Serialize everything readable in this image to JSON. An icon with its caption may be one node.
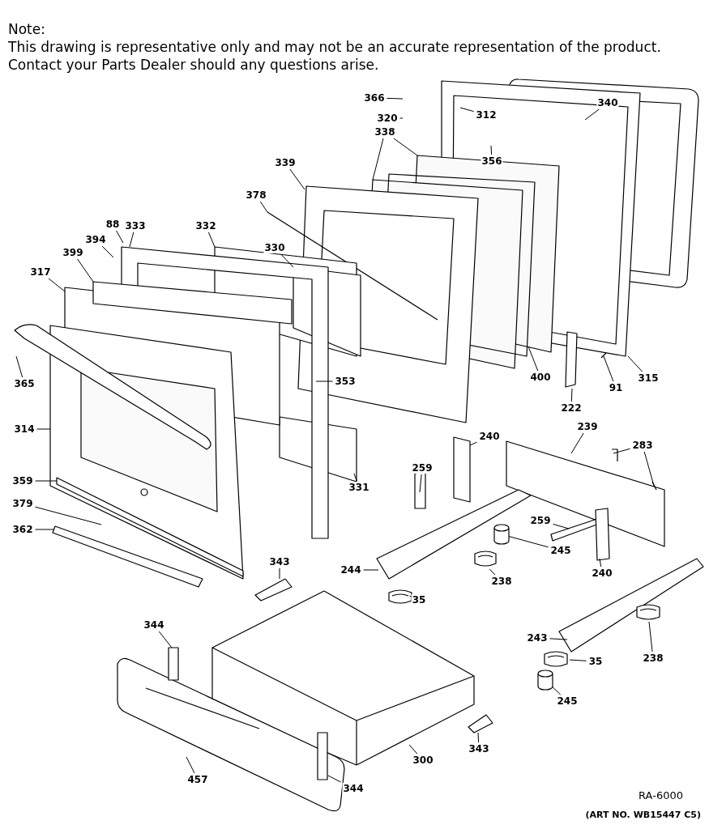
{
  "diagram": {
    "nodes": [
      {
        "text": [
          "366"
        ]
      },
      {
        "text": [
          "312"
        ]
      },
      {
        "text": [
          "320"
        ]
      },
      {
        "text": [
          "340"
        ]
      },
      {
        "text": [
          "338"
        ]
      },
      {
        "text": [
          "356"
        ]
      },
      {
        "text": [
          "339"
        ]
      },
      {
        "text": [
          "378"
        ]
      },
      {
        "text": [
          "88"
        ]
      },
      {
        "text": [
          "333"
        ]
      },
      {
        "text": [
          "332"
        ]
      },
      {
        "text": [
          "394"
        ]
      },
      {
        "text": [
          "330"
        ]
      },
      {
        "text": [
          "399"
        ]
      },
      {
        "text": [
          "317"
        ]
      },
      {
        "text": [
          "353"
        ]
      },
      {
        "text": [
          "400"
        ]
      },
      {
        "text": [
          "315"
        ]
      },
      {
        "text": [
          "365"
        ]
      },
      {
        "text": [
          "91"
        ]
      },
      {
        "text": [
          "222"
        ]
      },
      {
        "text": [
          "314"
        ]
      },
      {
        "text": [
          "239"
        ]
      },
      {
        "text": [
          "240"
        ]
      },
      {
        "text": [
          "283"
        ]
      },
      {
        "text": [
          "259"
        ]
      },
      {
        "text": [
          "359"
        ]
      },
      {
        "text": [
          "331"
        ]
      },
      {
        "text": [
          "379"
        ]
      },
      {
        "text": [
          "259"
        ]
      },
      {
        "text": [
          "362"
        ]
      },
      {
        "text": [
          "245"
        ]
      },
      {
        "text": [
          "343"
        ]
      },
      {
        "text": [
          "244"
        ]
      },
      {
        "text": [
          "240"
        ]
      },
      {
        "text": [
          "238"
        ]
      },
      {
        "text": [
          "35"
        ]
      },
      {
        "text": [
          "344"
        ]
      },
      {
        "text": [
          "243"
        ]
      },
      {
        "text": [
          "238"
        ]
      },
      {
        "text": [
          "35"
        ]
      },
      {
        "text": [
          "245"
        ]
      },
      {
        "text": [
          "343"
        ]
      },
      {
        "text": [
          "300"
        ]
      },
      {
        "text": [
          "457"
        ]
      },
      {
        "text": [
          "344"
        ]
      },
      {
        "text": [],
        "shape": "cylinder"
      },
      {
        "text": [],
        "shape": "cylinder"
      }
    ],
    "edges": [
      {
        "from": 0,
        "to": null,
        "arrow": "none"
      },
      {
        "from": 1,
        "to": null,
        "arrow": "none"
      },
      {
        "from": 2,
        "to": null,
        "arrow": "none"
      },
      {
        "from": 3,
        "to": null,
        "arrow": "none"
      },
      {
        "from": 4,
        "to": null,
        "arrow": "none"
      },
      {
        "from": 4,
        "to": null,
        "arrow": "none"
      },
      {
        "from": 5,
        "to": null,
        "arrow": "none"
      },
      {
        "from": 6,
        "to": null,
        "arrow": "none"
      },
      {
        "from": 7,
        "to": null,
        "arrow": "none"
      },
      {
        "from": 8,
        "to": null,
        "arrow": "none"
      },
      {
        "from": 9,
        "to": null,
        "arrow": "none"
      },
      {
        "from": 10,
        "to": null,
        "arrow": "none"
      },
      {
        "from": 11,
        "to": null,
        "arrow": "none"
      },
      {
        "from": 12,
        "to": null,
        "arrow": "none"
      },
      {
        "from": 13,
        "to": null,
        "arrow": "none"
      },
      {
        "from": 14,
        "to": null,
        "arrow": "none"
      },
      {
        "from": 15,
        "to": null,
        "arrow": "none"
      },
      {
        "from": 16,
        "to": null,
        "arrow": "none"
      },
      {
        "from": 17,
        "to": null,
        "arrow": "none"
      },
      {
        "from": 18,
        "to": null,
        "arrow": "none"
      },
      {
        "from": 19,
        "to": null,
        "arrow": "none"
      },
      {
        "from": 20,
        "to": null,
        "arrow": "none"
      },
      {
        "from": 21,
        "to": null,
        "arrow": "none"
      },
      {
        "from": 22,
        "to": null,
        "arrow": "none"
      },
      {
        "from": 23,
        "to": null,
        "arrow": "none"
      },
      {
        "from": 24,
        "to": null,
        "arrow": "none"
      },
      {
        "from": 24,
        "to": null,
        "arrow": "none"
      },
      {
        "from": 25,
        "to": null,
        "arrow": "none"
      },
      {
        "from": 26,
        "to": null,
        "arrow": "none"
      },
      {
        "from": 27,
        "to": null,
        "arrow": "none"
      },
      {
        "from": 28,
        "to": null,
        "arrow": "none"
      },
      {
        "from": 29,
        "to": null,
        "arrow": "none"
      },
      {
        "from": 30,
        "to": null,
        "arrow": "none"
      },
      {
        "from": 31,
        "to": 46,
        "arrow": "none"
      },
      {
        "from": 32,
        "to": null,
        "arrow": "none"
      },
      {
        "from": 33,
        "to": null,
        "arrow": "none"
      },
      {
        "from": 34,
        "to": null,
        "arrow": "none"
      },
      {
        "from": 35,
        "to": null,
        "arrow": "none"
      },
      {
        "from": 36,
        "to": null,
        "arrow": "none"
      },
      {
        "from": 37,
        "to": null,
        "arrow": "none"
      },
      {
        "from": 38,
        "to": null,
        "arrow": "none"
      },
      {
        "from": 39,
        "to": null,
        "arrow": "none"
      },
      {
        "from": 40,
        "to": null,
        "arrow": "none"
      },
      {
        "from": 41,
        "to": 47,
        "arrow": "none"
      },
      {
        "from": 42,
        "to": null,
        "arrow": "none"
      },
      {
        "from": 43,
        "to": null,
        "arrow": "none"
      },
      {
        "from": 44,
        "to": null,
        "arrow": "none"
      },
      {
        "from": 45,
        "to": null,
        "arrow": "none"
      }
    ],
    "labels": [
      "Note:",
      "This drawing is representative only and may not be an accurate representation of the product.",
      "Contact your Parts Dealer should any questions arise.",
      "RA-6000",
      "(ART NO. WB15447 C5)"
    ]
  }
}
